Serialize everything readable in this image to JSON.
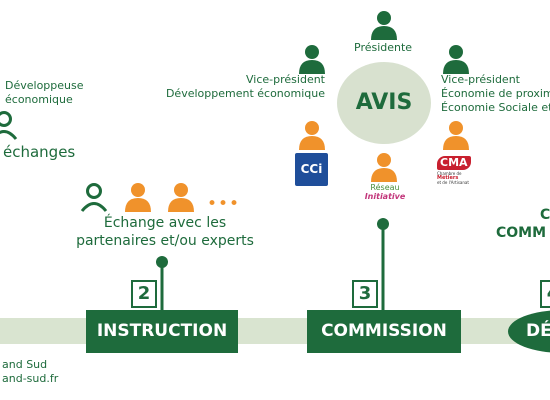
{
  "colors": {
    "dark_green": "#1e6b3c",
    "light_green": "#d9e4d0",
    "orange": "#f0922b",
    "avis_circle": "#d8e1cf"
  },
  "left": {
    "role_line1": "Développeuse",
    "role_line2": "économique",
    "echanges": "échanges"
  },
  "footer": {
    "line1": "and Sud",
    "line2": "and-sud.fr"
  },
  "step2": {
    "echange_line1": "Échange avec les",
    "echange_line2": "partenaires et/ou experts",
    "number": "2",
    "label": "INSTRUCTION",
    "dots": "•••"
  },
  "step3": {
    "number": "3",
    "label": "COMMISSION"
  },
  "avis": {
    "label": "AVIS",
    "presidente": "Présidente",
    "vp_left_line1": "Vice-président",
    "vp_left_line2": "Développement économique",
    "vp_right_line1": "Vice-président",
    "vp_right_line2": "Économie de proxim",
    "vp_right_line3": "Économie Sociale et",
    "logo_cci": "CCi",
    "logo_reseau_line1": "Réseau",
    "logo_reseau_line2": "Initiative",
    "logo_cma": "CMA",
    "logo_cma_sub1": "Chambre de",
    "logo_cma_sub2": "Métiers",
    "logo_cma_sub3": "et de l'Artisanat"
  },
  "step4": {
    "number": "4",
    "label": "DÉ",
    "right_line1": "C",
    "right_line2": "COMM"
  }
}
